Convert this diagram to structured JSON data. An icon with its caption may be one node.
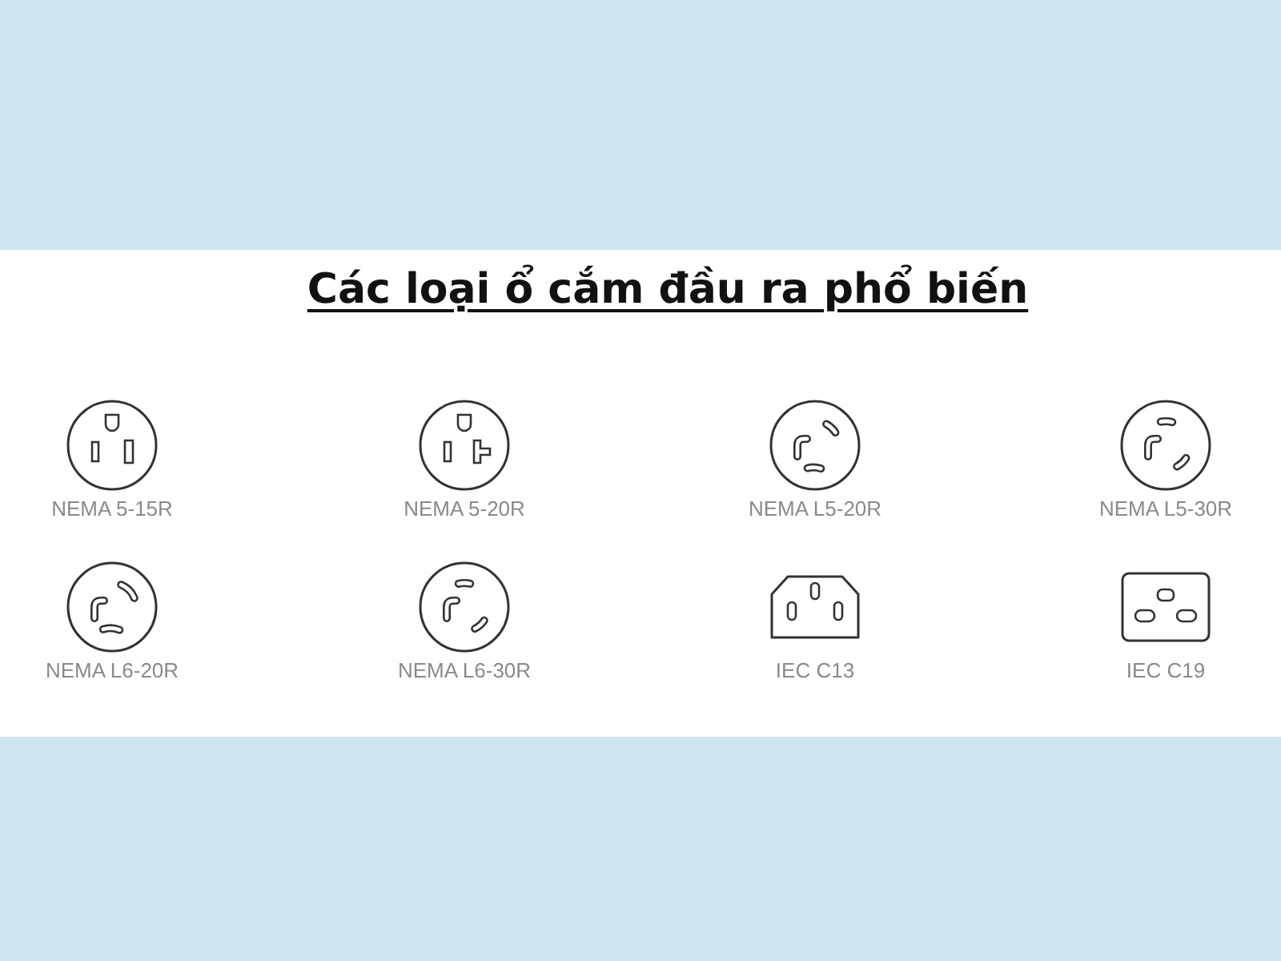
{
  "diagram": {
    "title": "Các loại ổ cắm đầu ra phổ biến",
    "labels": [
      "NEMA 5-15R",
      "NEMA 5-20R",
      "NEMA L5-20R",
      "NEMA L5-30R",
      "NEMA L6-20R",
      "NEMA L6-30R",
      "IEC C13",
      "IEC C19"
    ]
  }
}
